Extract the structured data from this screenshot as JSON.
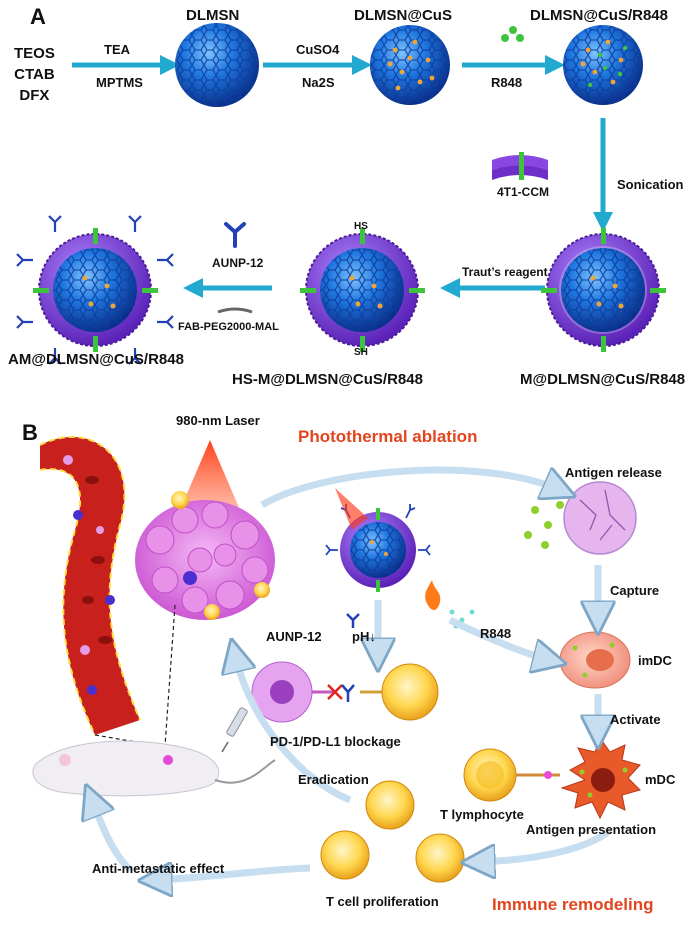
{
  "panels": {
    "a": "A",
    "b": "B"
  },
  "section_a": {
    "precursors": [
      "TEOS",
      "CTAB",
      "DFX"
    ],
    "step1_reagents": [
      "TEA",
      "MPTMS"
    ],
    "step2_reagents": [
      "CuSO4",
      "Na2S"
    ],
    "step3_reagent": "R848",
    "step4_reagent": "Sonication",
    "membrane_label": "4T1-CCM",
    "step5_reagent": "Traut’s reagent",
    "step6_reagents": [
      "AUNP-12",
      "FAB-PEG2000-MAL"
    ],
    "products": [
      "DLMSN",
      "DLMSN@CuS",
      "DLMSN@CuS/R848",
      "M@DLMSN@CuS/R848",
      "HS-M@DLMSN@CuS/R848",
      "AM@DLMSN@CuS/R848"
    ],
    "thiol_label": "SH",
    "thiol_label_top": "HS"
  },
  "section_b": {
    "laser": "980-nm Laser",
    "photothermal": "Photothermal ablation",
    "antigen_release": "Antigen release",
    "capture": "Capture",
    "r848": "R848",
    "imdc": "imDC",
    "activate": "Activate",
    "mdc": "mDC",
    "t_lymphocyte": "T lymphocyte",
    "antigen_presentation": "Antigen presentation",
    "aunp12": "AUNP-12",
    "ph": "pH↓",
    "blockage": "PD-1/PD-L1 blockage",
    "eradication": "Eradication",
    "anti_metastatic": "Anti-metastatic effect",
    "t_cell_prolif": "T cell proliferation",
    "immune_remodeling": "Immune remodeling"
  },
  "colors": {
    "arrow_teal": "#22a9cf",
    "nanoparticle_blue": "#1c6fd8",
    "membrane_purple": "#7a3fd6",
    "ligand_green": "#3cc43c",
    "vessel_red": "#c8201c",
    "tumor_pink": "#e58ae6",
    "cycle_arrow": "#bcd7ec",
    "red_text": "#e2461f"
  }
}
